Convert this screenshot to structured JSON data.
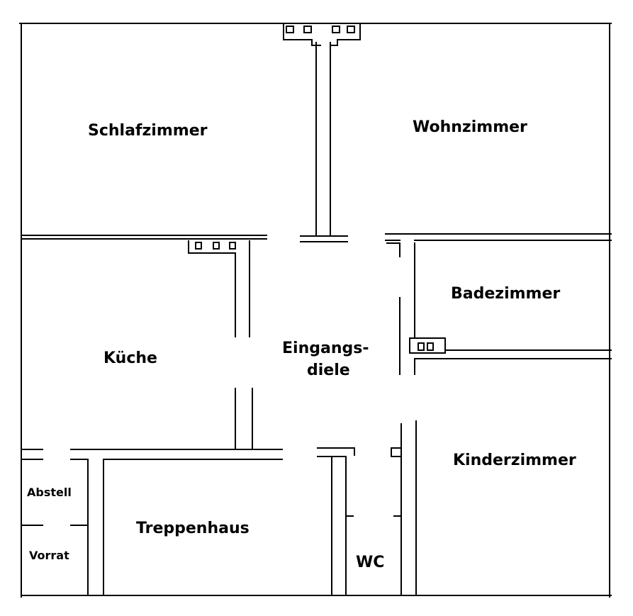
{
  "rooms": {
    "schlafzimmer": "Schlafzimmer",
    "wohnzimmer": "Wohnzimmer",
    "badezimmer": "Badezimmer",
    "kueche": "Küche",
    "eingangsdiele_line1": "Eingangs-",
    "eingangsdiele_line2": "diele",
    "kinderzimmer": "Kinderzimmer",
    "abstell": "Abstell",
    "treppenhaus": "Treppenhaus",
    "vorrat": "Vorrat",
    "wc": "WC"
  },
  "colors": {
    "wall": "#000000",
    "background": "#ffffff"
  }
}
